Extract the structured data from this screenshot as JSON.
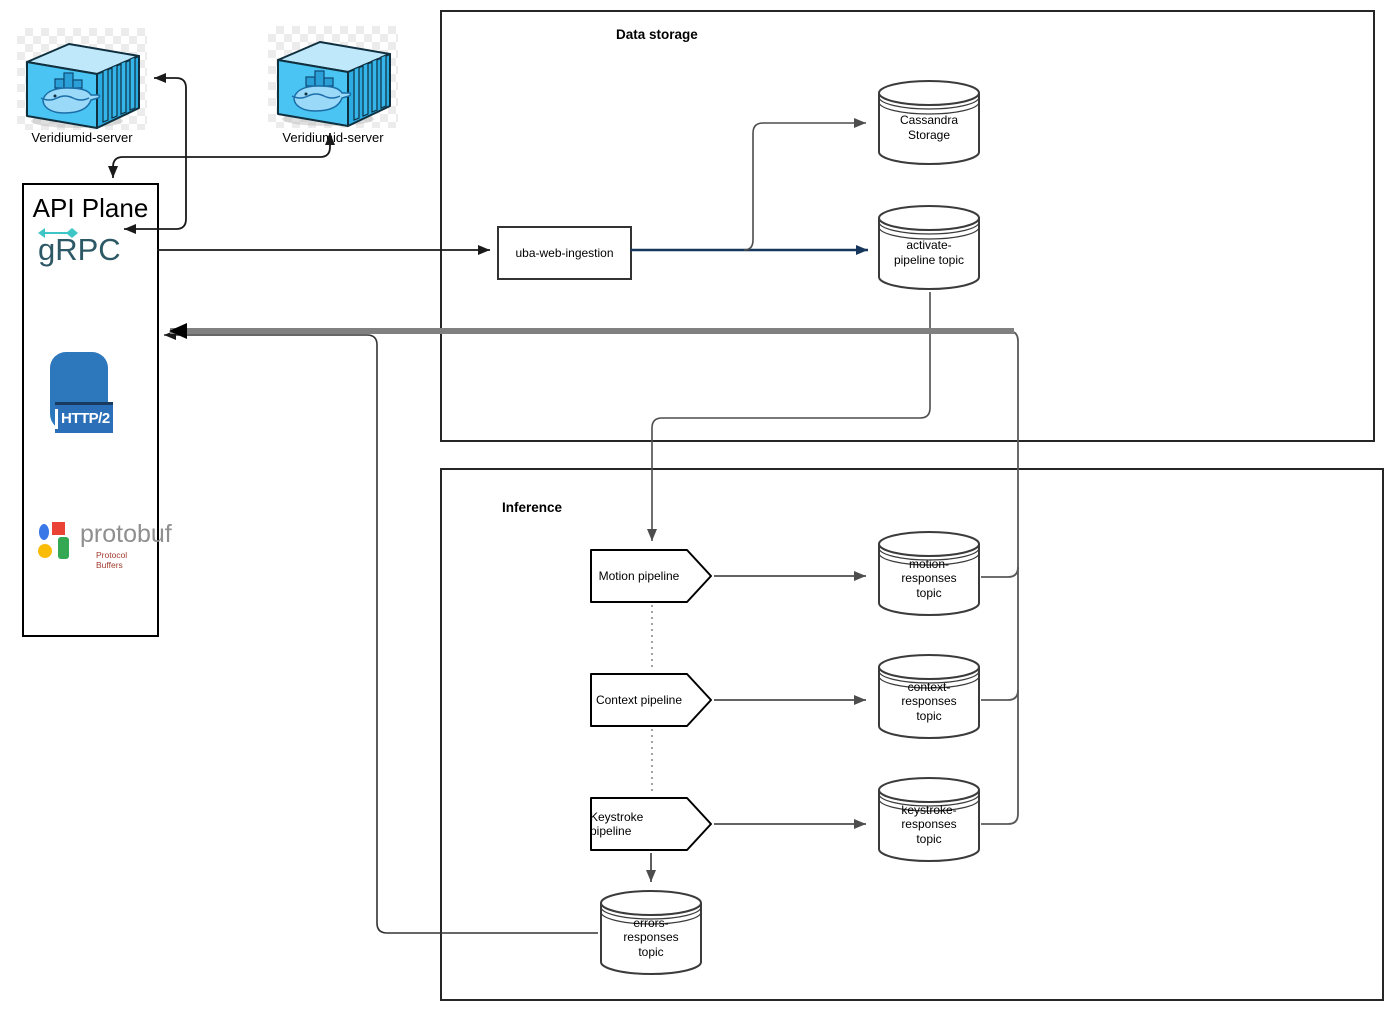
{
  "diagram": {
    "containers": [
      {
        "label": "Veridiumid-server"
      },
      {
        "label": "Veridiumid-server"
      }
    ],
    "api_plane": {
      "title": "API Plane",
      "grpc": "gRPC",
      "http2": "HTTP/2",
      "protobuf": "protobuf",
      "protobuf_sub": "Protocol Buffers"
    },
    "data_storage": {
      "title": "Data storage",
      "ingestion": "uba-web-ingestion",
      "cassandra": "Cassandra\nStorage",
      "activate": "activate-\npipeline topic"
    },
    "inference": {
      "title": "Inference",
      "pipelines": [
        {
          "label": "Motion pipeline"
        },
        {
          "label": "Context pipeline"
        },
        {
          "label": "Keystroke pipeline"
        }
      ],
      "topics": [
        {
          "label": "motion-\nresponses\ntopic"
        },
        {
          "label": "context-\nresponses\ntopic"
        },
        {
          "label": "keystroke-\nresponses\ntopic"
        },
        {
          "label": "errors-\nresponses\ntopic"
        }
      ]
    },
    "colors": {
      "navy_line": "#16365c",
      "thick_gray": "#808080",
      "dark_line": "#1a1a1a",
      "gray_line": "#595959",
      "grpc_teal": "#2d5866",
      "grpc_cyan": "#3ec6c6",
      "http2_blue": "#2d77bc",
      "docker_blue": "#4ac4f2",
      "protobuf_text": "#8f8f8f"
    }
  }
}
